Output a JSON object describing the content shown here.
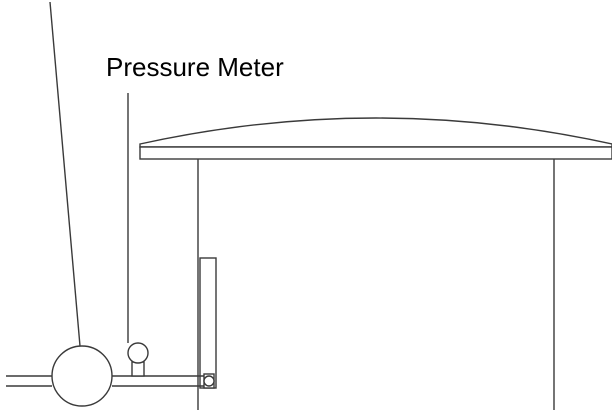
{
  "labels": {
    "pressure_meter": "Pressure Meter"
  },
  "components": [
    {
      "id": "pump",
      "kind": "circle"
    },
    {
      "id": "pressure-gauge",
      "kind": "gauge"
    },
    {
      "id": "tank",
      "kind": "tank"
    },
    {
      "id": "roof",
      "kind": "domed-roof"
    },
    {
      "id": "level-indicator",
      "kind": "side-strip"
    },
    {
      "id": "inlet-pipe",
      "kind": "pipe"
    }
  ],
  "colors": {
    "line": "#3a3a3a",
    "background": "#ffffff",
    "text": "#000000"
  }
}
